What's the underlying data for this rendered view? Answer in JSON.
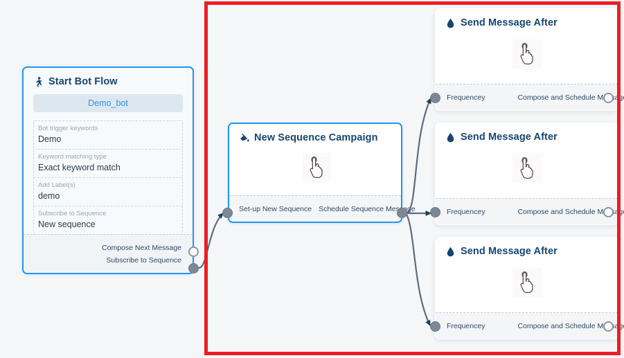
{
  "canvas": {
    "background_color": "#f4f6f8",
    "highlight_color": "#ec1d24",
    "edge_color": "#5f6b7a",
    "accent_color": "#2196f3"
  },
  "nodes": {
    "start_bot_flow": {
      "icon": "running-person-icon",
      "title": "Start Bot Flow",
      "bot_name": "Demo_bot",
      "fields": [
        {
          "label": "Bot trigger keywords",
          "value": "Demo"
        },
        {
          "label": "Keyword matching type",
          "value": "Exact keyword match"
        },
        {
          "label": "Add Label(s)",
          "value": "demo"
        },
        {
          "label": "Subscribe to Sequence",
          "value": "New sequence"
        }
      ],
      "outputs": [
        {
          "label": "Compose Next Message",
          "port": "open"
        },
        {
          "label": "Subscribe to Sequence",
          "port": "filled"
        }
      ]
    },
    "new_sequence_campaign": {
      "icon": "paint-pour-icon",
      "title": "New Sequence Campaign",
      "body_icon": "pointing-hand-cursor-icon",
      "input_label": "Set-up New Sequence",
      "output_label": "Schedule Sequence Message"
    },
    "send_message_cards": [
      {
        "icon": "water-droplet-icon",
        "title": "Send Message After",
        "body_icon": "pointing-hand-cursor-icon",
        "input_label": "Frequencey",
        "output_label": "Compose and Schedule Message"
      },
      {
        "icon": "water-droplet-icon",
        "title": "Send Message After",
        "body_icon": "pointing-hand-cursor-icon",
        "input_label": "Frequencey",
        "output_label": "Compose and Schedule Message"
      },
      {
        "icon": "water-droplet-icon",
        "title": "Send Message After",
        "body_icon": "pointing-hand-cursor-icon",
        "input_label": "Frequencey",
        "output_label": "Compose and Schedule Message"
      }
    ]
  }
}
